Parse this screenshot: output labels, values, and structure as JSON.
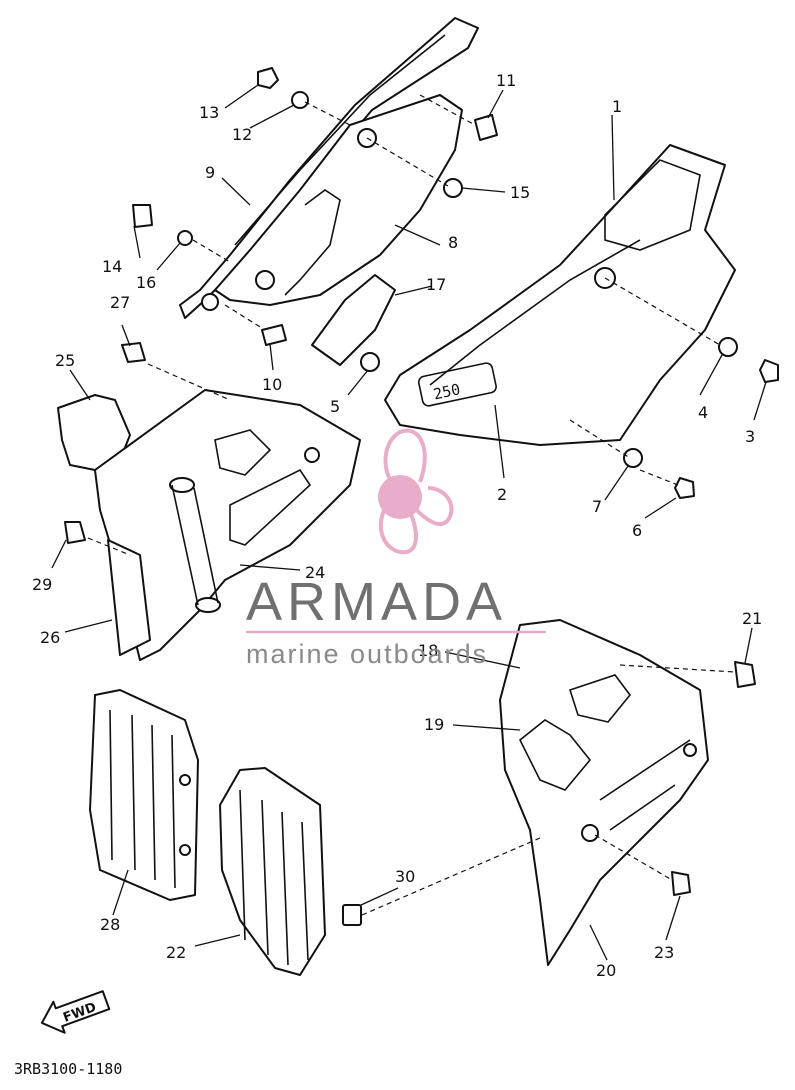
{
  "diagram": {
    "part_code": "3RB3100-1180",
    "fwd_label": "FWD",
    "labels": [
      "1",
      "2",
      "3",
      "4",
      "5",
      "6",
      "7",
      "8",
      "9",
      "10",
      "11",
      "12",
      "13",
      "14",
      "15",
      "16",
      "17",
      "18",
      "19",
      "20",
      "21",
      "22",
      "23",
      "24",
      "25",
      "26",
      "27",
      "28",
      "29",
      "30"
    ],
    "decal_text": "250"
  },
  "watermark": {
    "brand": "ARMADA",
    "tagline": "marine outboards",
    "logo_color": "#e9a9c7"
  }
}
